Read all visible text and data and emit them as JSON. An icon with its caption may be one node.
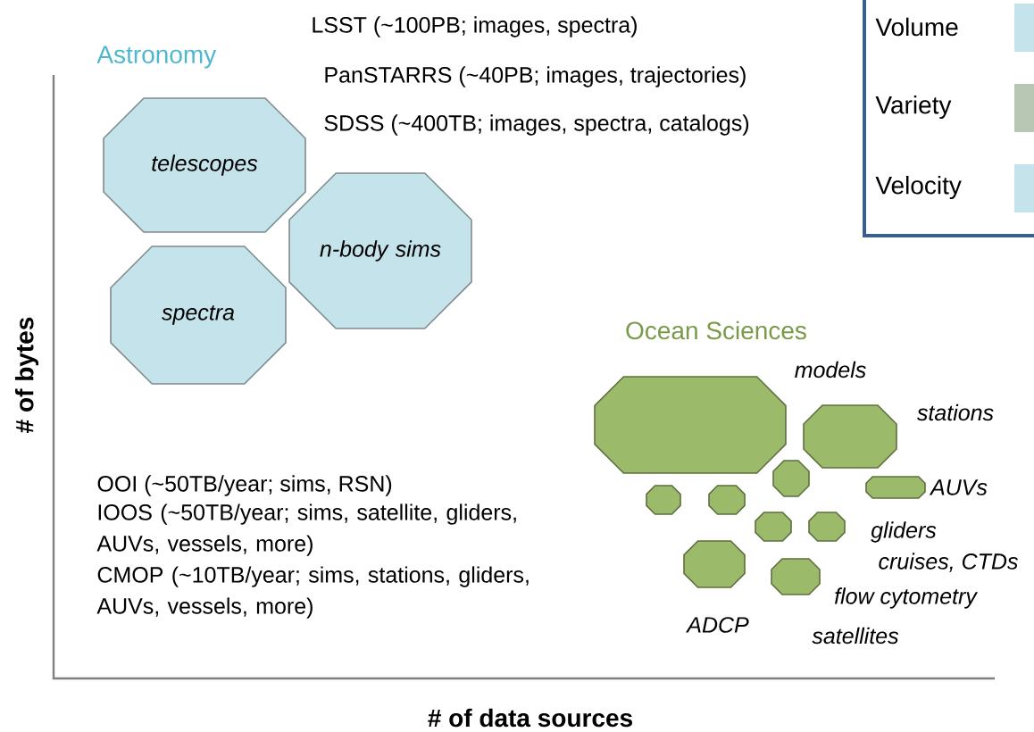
{
  "diagram": {
    "nodes": [
      {
        "text": [
          "telescopes"
        ]
      },
      {
        "text": [
          "n-body sims"
        ]
      },
      {
        "text": [
          "spectra"
        ]
      },
      {
        "text": [],
        "shape": "octagon",
        "beside": [
          "models"
        ]
      },
      {
        "text": [],
        "shape": "octagon",
        "beside": [
          "stations"
        ]
      },
      {
        "text": [],
        "shape": "octagon"
      },
      {
        "text": [],
        "shape": "octagon",
        "beside": [
          "AUVs"
        ]
      },
      {
        "text": [],
        "shape": "octagon"
      },
      {
        "text": [],
        "shape": "octagon"
      },
      {
        "text": [],
        "shape": "octagon"
      },
      {
        "text": [],
        "shape": "octagon"
      },
      {
        "text": [],
        "shape": "octagon",
        "beside": [
          "ADCP"
        ]
      },
      {
        "text": [],
        "shape": "octagon",
        "beside": [
          "satellites"
        ]
      }
    ],
    "labels": [
      "LSST (~100PB; images, spectra)",
      "PanSTARRS (~40PB; images, trajectories)",
      "SDSS (~400TB; images, spectra, catalogs)",
      "Astronomy",
      "Ocean Sciences",
      "# of bytes",
      "OOI (~50TB/year; sims, RSN)",
      "IOOS (~50TB/year; sims, satellite, gliders, AUVs, vessels, more)",
      "CMOP (~10TB/year; sims, stations, gliders, AUVs, vessels, more)",
      "gliders",
      "cruises, CTDs",
      "flow cytometry",
      "# of data sources"
    ],
    "legend": [
      {
        "text": "Volume",
        "color": "#c5e3ea"
      },
      {
        "text": "Variety",
        "color": "#b7c7b4"
      },
      {
        "text": "Velocity",
        "color": "#c5e3ea"
      }
    ]
  }
}
